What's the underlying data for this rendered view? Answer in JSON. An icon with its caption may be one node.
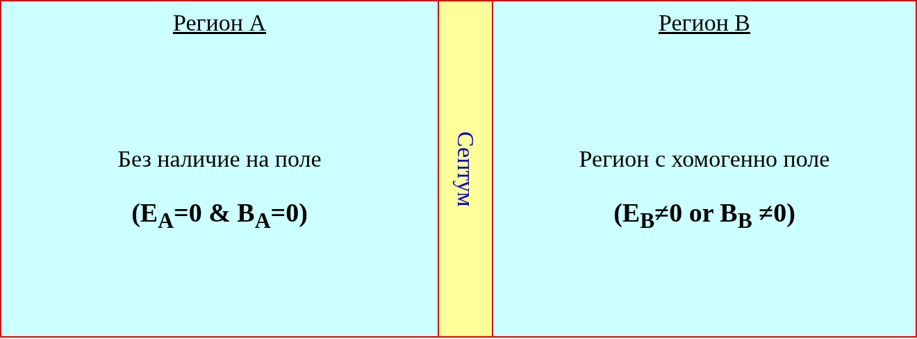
{
  "diagram": {
    "nodes": [
      {
        "text": [
          "Регион A",
          "Без наличие на поле",
          "(E$_{A}$=0 & B$_{A}$=0)"
        ]
      },
      {
        "text": [
          "Септум"
        ]
      },
      {
        "text": [
          "Регион B",
          "Регион с хомогенно поле",
          "(E$_{B}$≠0 or B$_{B}$ ≠0)"
        ]
      }
    ]
  }
}
